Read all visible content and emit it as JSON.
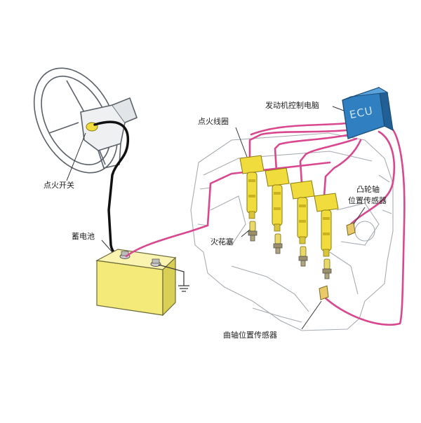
{
  "labels": {
    "ecu": "发动机控制电脑",
    "ecu_box": "ECU",
    "ignition_coil": "点火线圈",
    "ignition_switch": "点火开关",
    "cam_sensor_line1": "凸轮轴",
    "cam_sensor_line2": "位置传感器",
    "battery": "蓄电池",
    "spark_plug": "火花塞",
    "crank_sensor": "曲轴位置传感器"
  },
  "colors": {
    "wire": "#d9478f",
    "harness_black": "#111111",
    "coil_yellow": "#f0dc3c",
    "coil_shade": "#c9b21f",
    "battery_yellow": "#f3ea7a",
    "ecu_blue": "#2f7fc1",
    "engine_outline": "#9aa0a6"
  }
}
